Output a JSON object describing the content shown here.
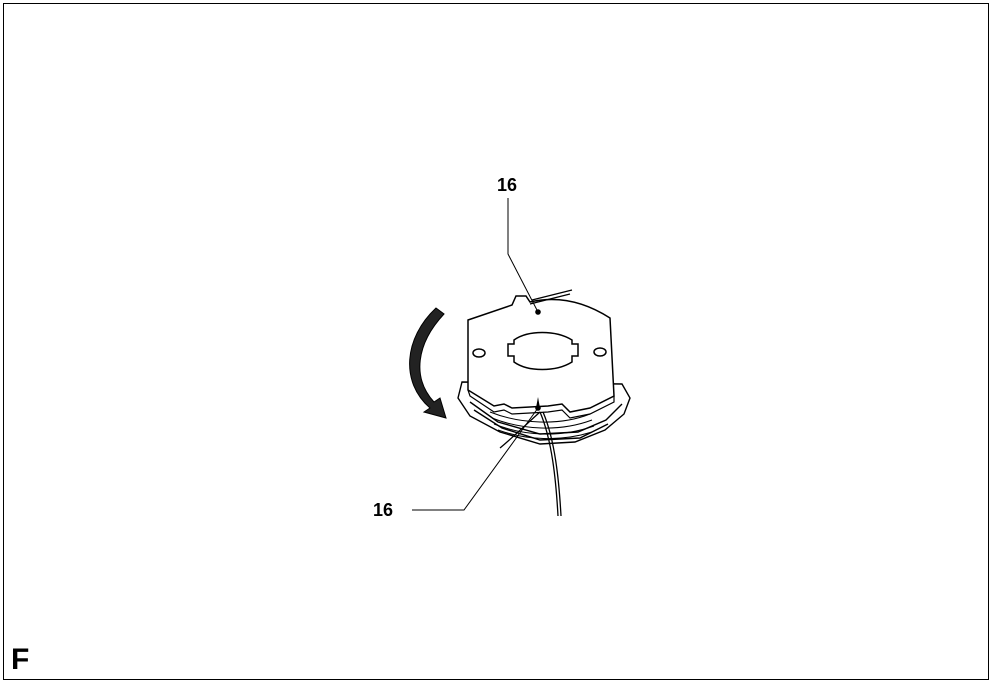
{
  "figure": {
    "letter": "F",
    "callouts": [
      {
        "id": "top",
        "label": "16"
      },
      {
        "id": "bottom",
        "label": "16"
      }
    ],
    "line_color": "#000000",
    "background": "#ffffff"
  }
}
